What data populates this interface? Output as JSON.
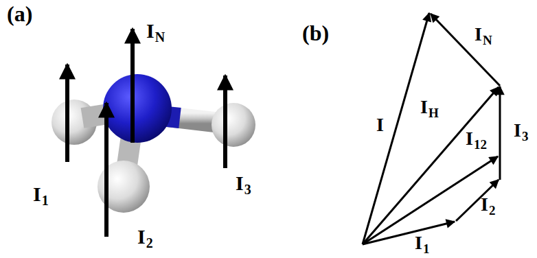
{
  "diagram": {
    "labels": [
      "(a)",
      "I",
      "N",
      "I",
      "1",
      "I",
      "2",
      "I",
      "3",
      "(b)",
      "I",
      "N",
      "I",
      "I",
      "H",
      "I",
      "12",
      "I",
      "3",
      "I",
      "2",
      "I",
      "1"
    ]
  }
}
